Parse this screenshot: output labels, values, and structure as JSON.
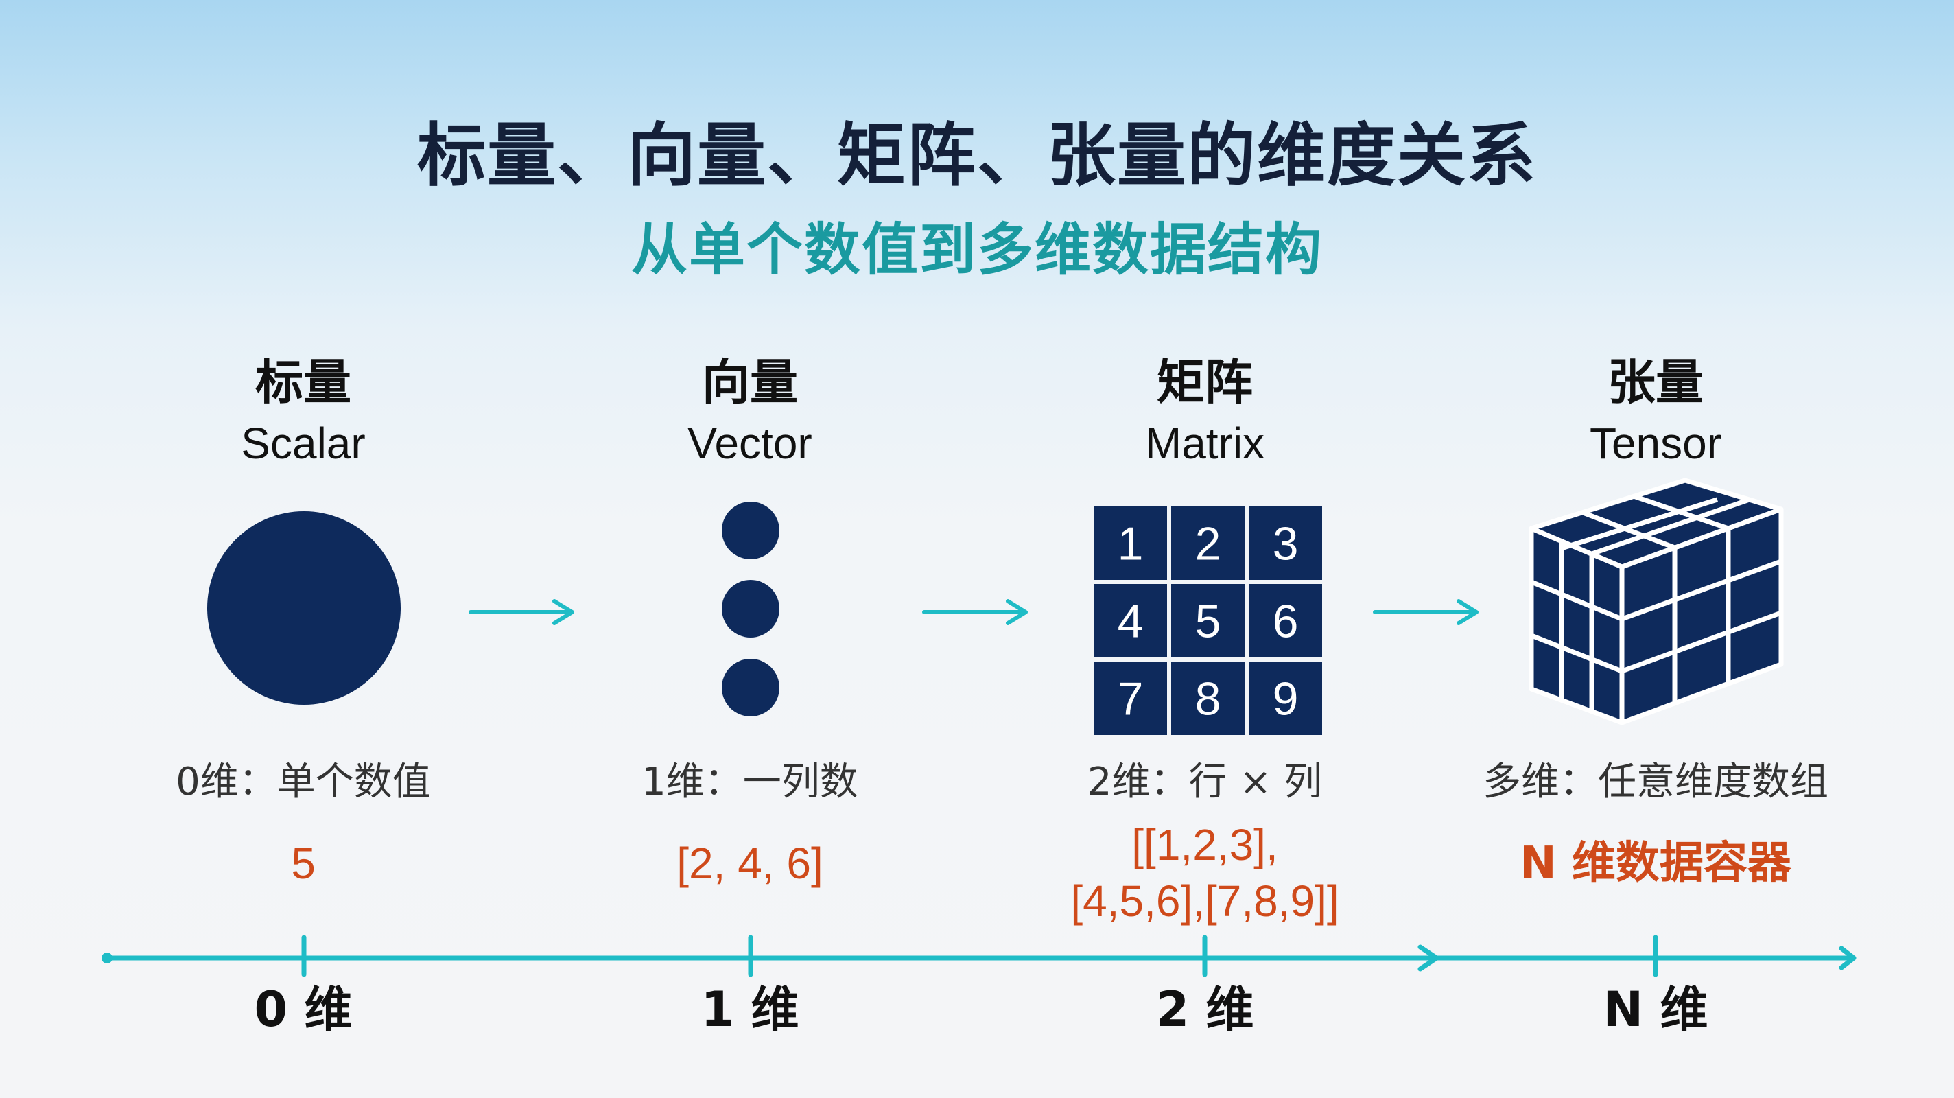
{
  "title": "标量、向量、矩阵、张量的维度关系",
  "subtitle": "从单个数值到多维数据结构",
  "colors": {
    "navy": "#0e2a5c",
    "teal": "#1fbcc6",
    "orange": "#cf4a1a"
  },
  "columns": [
    {
      "zh": "标量",
      "en": "Scalar",
      "desc": "0维：单个数值",
      "example": "5",
      "axis_label": "0 维",
      "shape": "circle-icon"
    },
    {
      "zh": "向量",
      "en": "Vector",
      "desc": "1维：一列数",
      "example": "[2, 4, 6]",
      "axis_label": "1 维",
      "shape": "dot-column-icon"
    },
    {
      "zh": "矩阵",
      "en": "Matrix",
      "desc": "2维：行 × 列",
      "example_line1": "[[1,2,3],",
      "example_line2": "[4,5,6],[7,8,9]]",
      "axis_label": "2 维",
      "shape": "grid-icon"
    },
    {
      "zh": "张量",
      "en": "Tensor",
      "desc": "多维：任意维度数组",
      "example": "N 维数据容器",
      "axis_label": "N 维",
      "shape": "cube-icon"
    }
  ],
  "matrix_cells": [
    "1",
    "2",
    "3",
    "4",
    "5",
    "6",
    "7",
    "8",
    "9"
  ]
}
